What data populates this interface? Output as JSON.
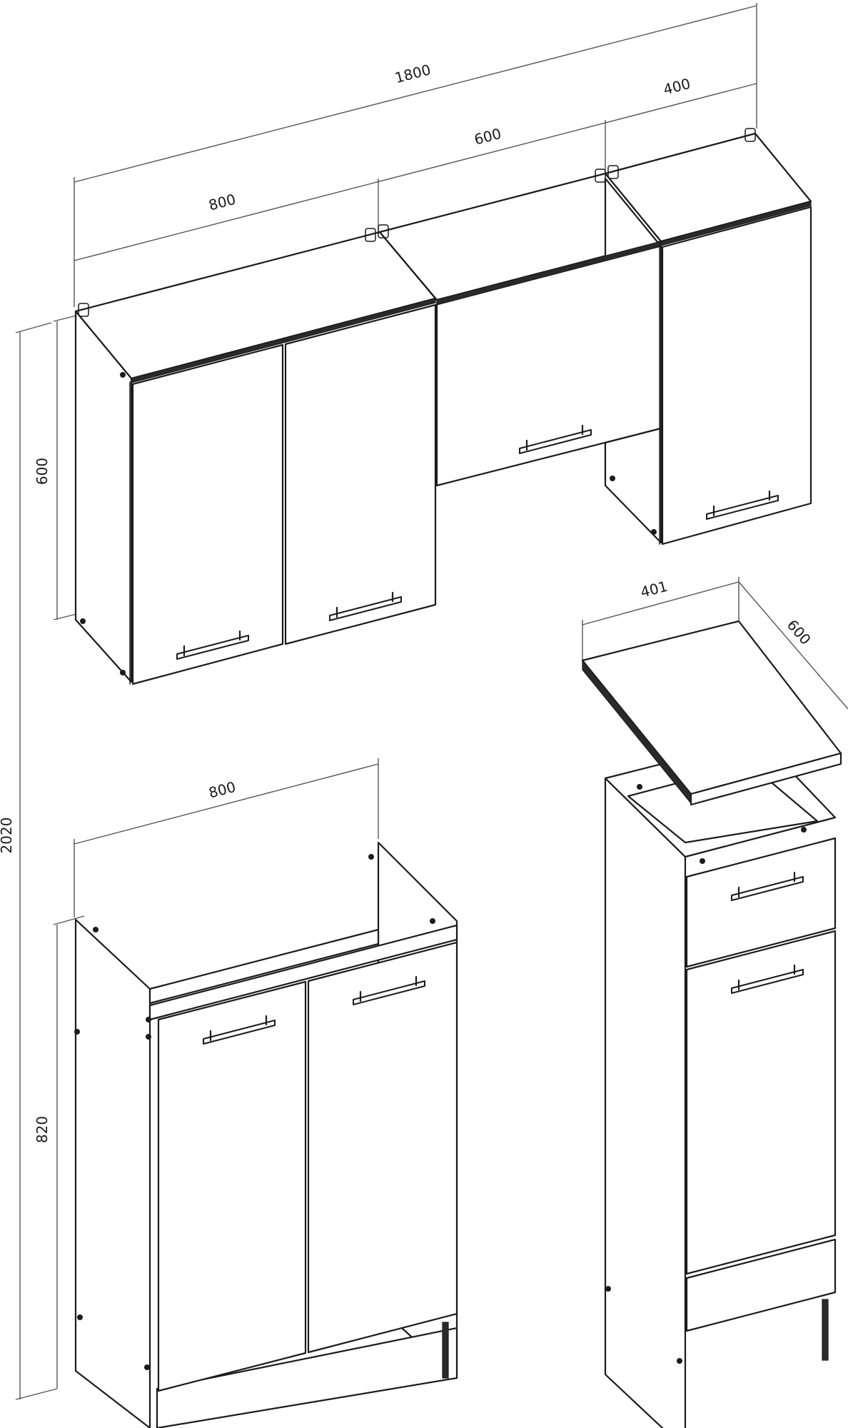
{
  "dimensions": {
    "upper_total_width": "1800",
    "upper_left_width": "800",
    "upper_middle_width": "600",
    "upper_right_width": "400",
    "upper_height": "600",
    "total_height": "2020",
    "lower_sink_width": "800",
    "lower_height": "820",
    "worktop_width": "401",
    "worktop_depth": "600"
  },
  "colors": {
    "line": "#1b1b1b",
    "dimension_line": "#555555",
    "background": "#ffffff"
  }
}
